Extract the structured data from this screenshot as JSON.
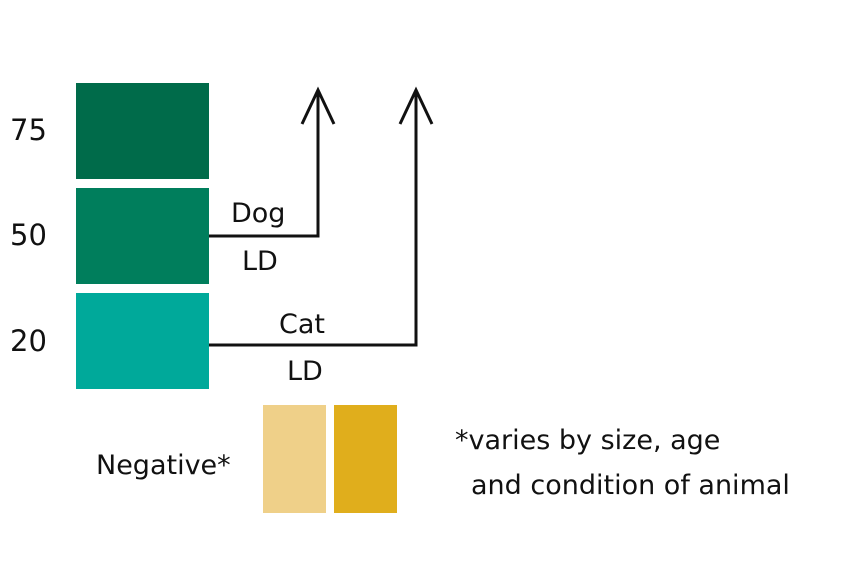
{
  "scale": [
    {
      "label": "75",
      "color": "#006B4A"
    },
    {
      "label": "50",
      "color": "#007E5C"
    },
    {
      "label": "20",
      "color": "#00A99A"
    }
  ],
  "thresholds": [
    {
      "name": "Dog",
      "suffix": "LD",
      "applies_from": "50"
    },
    {
      "name": "Cat",
      "suffix": "LD",
      "applies_from": "20"
    }
  ],
  "negative": {
    "label": "Negative*",
    "colors": [
      "#EFD089",
      "#E0AE1C"
    ]
  },
  "footnote": {
    "line1": "*varies by size, age",
    "line2": "and condition of animal"
  }
}
